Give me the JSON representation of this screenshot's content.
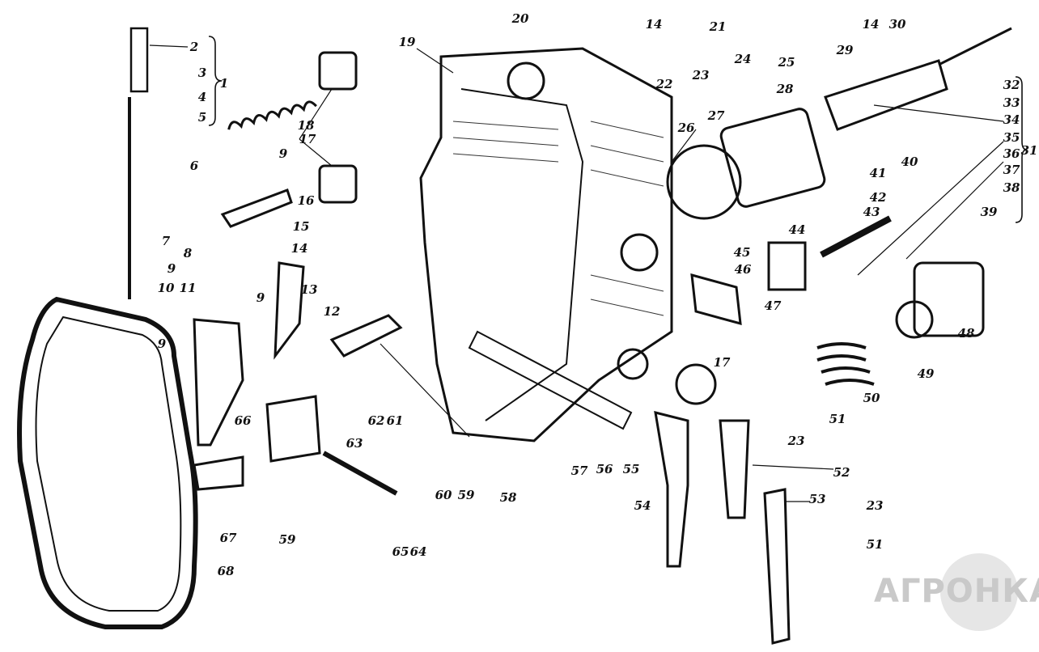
{
  "diagram": {
    "type": "exploded parts diagram",
    "part_labels": [
      "2",
      "3",
      "1",
      "4",
      "5",
      "18",
      "17",
      "9",
      "6",
      "16",
      "7",
      "15",
      "8",
      "14",
      "9",
      "13",
      "10",
      "11",
      "9",
      "12",
      "9",
      "66",
      "62",
      "61",
      "63",
      "60",
      "59",
      "58",
      "57",
      "56",
      "55",
      "67",
      "59",
      "65",
      "64",
      "68",
      "19",
      "20",
      "14",
      "21",
      "24",
      "25",
      "22",
      "23",
      "26",
      "27",
      "28",
      "14",
      "30",
      "29",
      "32",
      "33",
      "34",
      "35",
      "36",
      "37",
      "38",
      "39",
      "31",
      "40",
      "41",
      "42",
      "43",
      "44",
      "45",
      "46",
      "47",
      "48",
      "49",
      "50",
      "17",
      "51",
      "23",
      "52",
      "53",
      "23",
      "51",
      "54"
    ]
  },
  "watermark": {
    "text": "АГРОНКА",
    "color": "#c9c9c9"
  }
}
